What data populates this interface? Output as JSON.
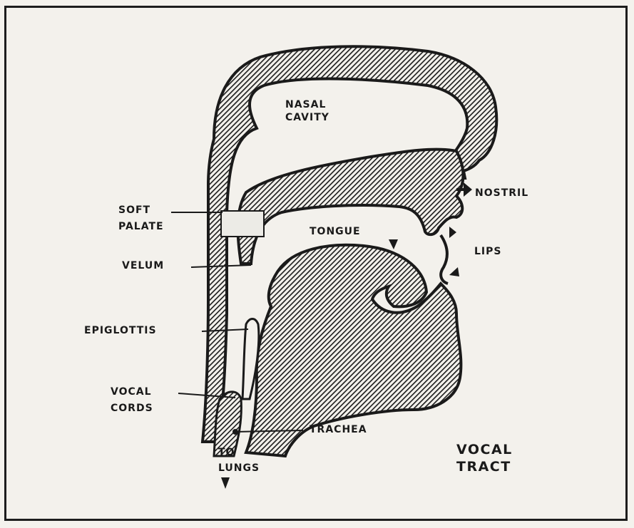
{
  "labels": {
    "nasal_cavity_1": "NASAL",
    "nasal_cavity_2": "CAVITY",
    "nostril": "NOSTRIL",
    "soft_palate_1": "SOFT",
    "soft_palate_2": "PALATE",
    "tongue": "TONGUE",
    "lips": "LIPS",
    "velum": "VELUM",
    "epiglottis": "EPIGLOTTIS",
    "vocal_cords_1": "VOCAL",
    "vocal_cords_2": "CORDS",
    "trachea": "TRACHEA",
    "to_lungs_1": "TO",
    "to_lungs_2": "LUNGS",
    "title_1": "VOCAL",
    "title_2": "TRACT"
  },
  "colors": {
    "ink": "#1a1a1a",
    "paper": "#f3f1ec"
  }
}
